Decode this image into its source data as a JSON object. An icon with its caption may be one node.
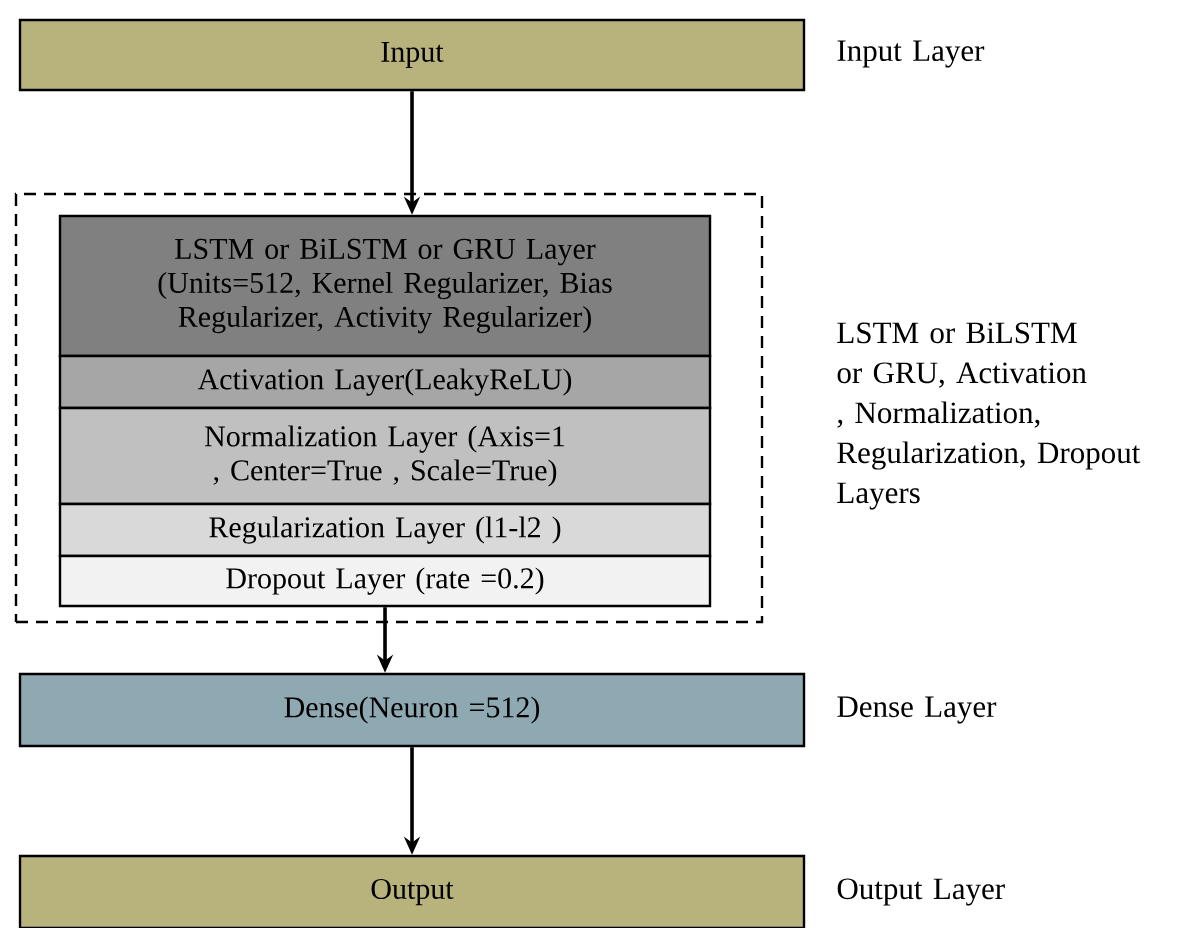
{
  "diagram": {
    "nodes": [
      {
        "text": [
          "Input"
        ],
        "beside": [
          "Input Layer"
        ]
      },
      {
        "text": [],
        "shape": "box",
        "beside": [
          "LSTM or BiLSTM or GRU, Activation , Normalization, Regularization, Dropout Layers"
        ]
      },
      {
        "text": [
          "LSTM or BiLSTM or GRU Layer (Units=512, Kernel Regularizer, Bias Regularizer, Activity Regularizer)"
        ],
        "in": 1
      },
      {
        "text": [
          "Activation Layer(LeakyReLU)"
        ],
        "in": 1
      },
      {
        "text": [
          "Normalization Layer (Axis=1 , Center=True , Scale=True)"
        ],
        "in": 1
      },
      {
        "text": [
          "Regularization Layer (l1-l2 )"
        ],
        "in": 1
      },
      {
        "text": [
          "Dropout Layer (rate =0.2)"
        ],
        "in": 1
      },
      {
        "text": [
          "Dense(Neuron =512)"
        ],
        "beside": [
          "Dense Layer"
        ]
      },
      {
        "text": [
          "Output"
        ],
        "beside": [
          "Output Layer"
        ]
      }
    ],
    "edges": [
      {
        "from": 0,
        "to": 2,
        "arrow": "to"
      },
      {
        "from": 6,
        "to": 7,
        "arrow": "to"
      },
      {
        "from": 7,
        "to": 8,
        "arrow": "to"
      }
    ]
  }
}
